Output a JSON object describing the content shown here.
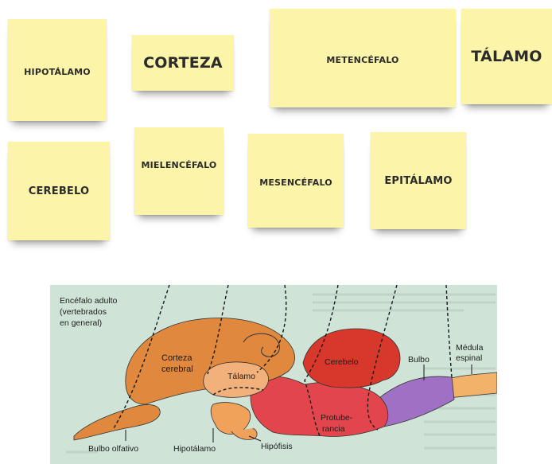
{
  "notes": [
    {
      "id": "hipotalamo",
      "text": "HIPOTÁLAMO"
    },
    {
      "id": "corteza",
      "text": "CORTEZA"
    },
    {
      "id": "metencefalo",
      "text": "METENCÉFALO"
    },
    {
      "id": "talamo",
      "text": "TÁLAMO"
    },
    {
      "id": "cerebelo",
      "text": "CEREBELO"
    },
    {
      "id": "mielencefalo",
      "text": "MIELENCÉFALO"
    },
    {
      "id": "mesencefalo",
      "text": "MESENCÉFALO"
    },
    {
      "id": "epitalamo",
      "text": "EPITÁLAMO"
    }
  ],
  "diagram": {
    "title_lines": [
      "Encéfalo adulto",
      "(vertebrados",
      "en general)"
    ],
    "labels": {
      "corteza_1": "Corteza",
      "corteza_2": "cerebral",
      "talamo": "Tálamo",
      "cerebelo": "Cerebelo",
      "bulbo": "Bulbo",
      "medula_1": "Médula",
      "medula_2": "espinal",
      "protuberancia_1": "Protube-",
      "protuberancia_2": "rancia",
      "bulbo_olfativo": "Bulbo olfativo",
      "hipotalamo": "Hipotálamo",
      "hipofisis": "Hipófisis"
    },
    "colors": {
      "background": "#cfe3d6",
      "cortex": "#e0893e",
      "thalamus": "#f2b07a",
      "midbrain": "#e3454c",
      "cerebellum": "#d8372c",
      "medulla": "#a070c4",
      "spinal_cord": "#f2b26a",
      "pituitary": "#f0a25a"
    }
  }
}
